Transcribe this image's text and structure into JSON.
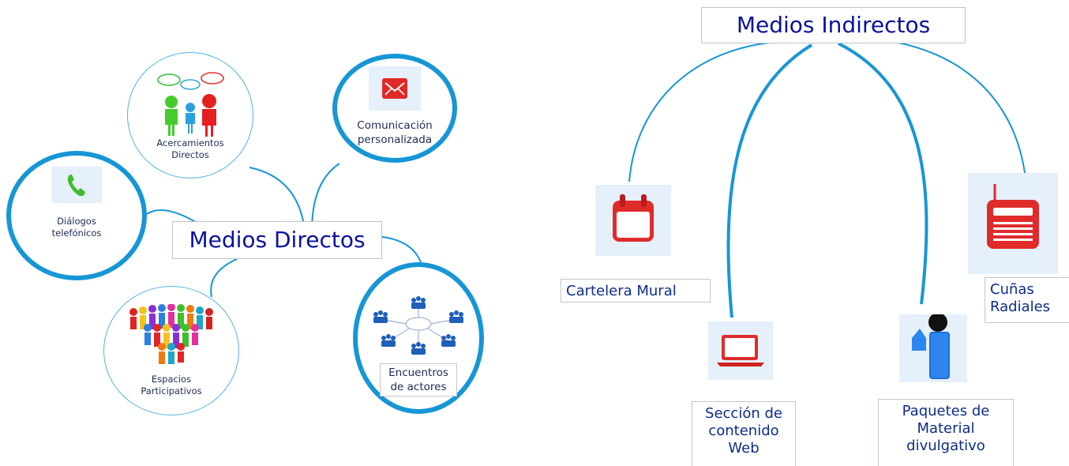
{
  "directos": {
    "title": "Medios Directos",
    "nodes": {
      "acercamientos": {
        "label": "Acercamientos\nDirectos",
        "icon": "people-talking-icon"
      },
      "comunicacion": {
        "label": "Comunicación\npersonalizada",
        "icon": "envelope-icon"
      },
      "dialogos": {
        "label": "Diálogos\ntelefónicos",
        "icon": "phone-icon"
      },
      "espacios": {
        "label": "Espacios\nParticipativos",
        "icon": "crowd-icon"
      },
      "encuentros": {
        "label": "Encuentros\nde actores",
        "icon": "network-icon"
      }
    }
  },
  "indirectos": {
    "title": "Medios Indirectos",
    "nodes": {
      "cartelera": {
        "label": "Cartelera Mural",
        "icon": "calendar-icon"
      },
      "seccion": {
        "label": "Sección de\ncontenido\nWeb",
        "icon": "laptop-icon"
      },
      "paquetes": {
        "label": "Paquetes de\nMaterial\ndivulgativo",
        "icon": "user-icon"
      },
      "cunas": {
        "label": "Cuñas\nRadiales",
        "icon": "radio-icon"
      }
    }
  },
  "colors": {
    "accent": "#1796d6",
    "title": "#0a129c",
    "icon_red": "#e02b2b",
    "icon_blue": "#1f6fd8"
  }
}
